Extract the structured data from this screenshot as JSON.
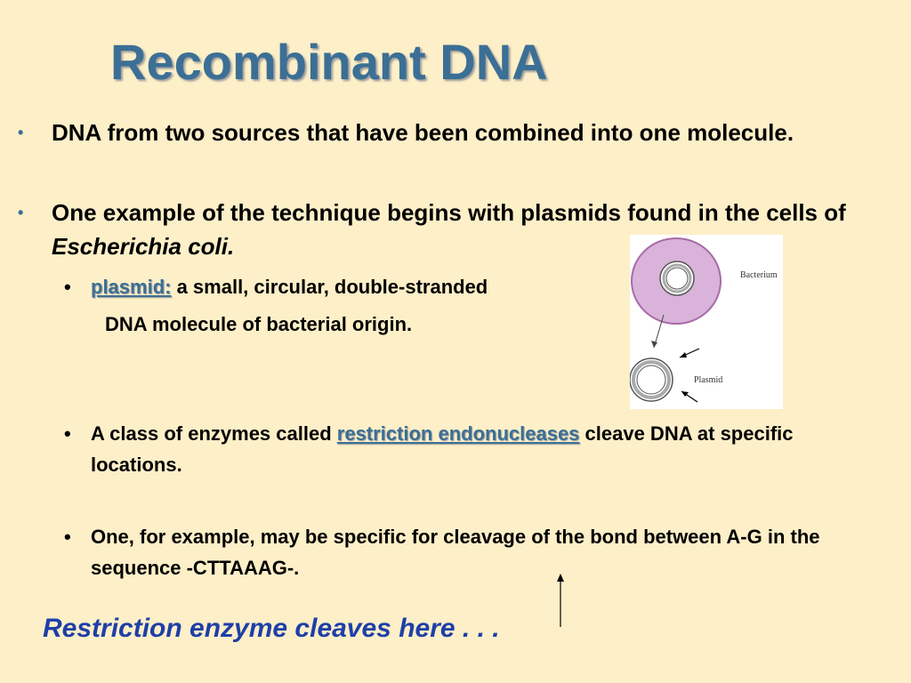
{
  "slide": {
    "title": "Recombinant DNA",
    "bullets": [
      {
        "text": "DNA from two sources that have been combined into one molecule."
      },
      {
        "text_pre": "One example of the technique begins with plasmids found in the cells of ",
        "text_italic": "Escherichia coli."
      }
    ],
    "plasmid_def": {
      "term": "plasmid:",
      "line1": " a small, circular, double-stranded",
      "line2": "DNA molecule of bacterial origin."
    },
    "enzymes": {
      "pre": "A class of enzymes called ",
      "term": "restriction endonucleases",
      "post": " cleave DNA at specific locations."
    },
    "example": {
      "text": "One, for example, may be specific for cleavage of the bond between A-G in the sequence -CTTAAAG-."
    },
    "caption": "Restriction enzyme cleaves here . . .",
    "figure": {
      "bacterium_label": "Bacterium",
      "plasmid_label": "Plasmid"
    },
    "bullet_glyph_l1": "•",
    "bullet_glyph_l2": "•"
  },
  "colors": {
    "background": "#fdefc8",
    "title": "#3b6f95",
    "caption": "#1f3fa8",
    "bacterium_fill": "#d9b3d9",
    "bacterium_stroke": "#a86aa8"
  }
}
